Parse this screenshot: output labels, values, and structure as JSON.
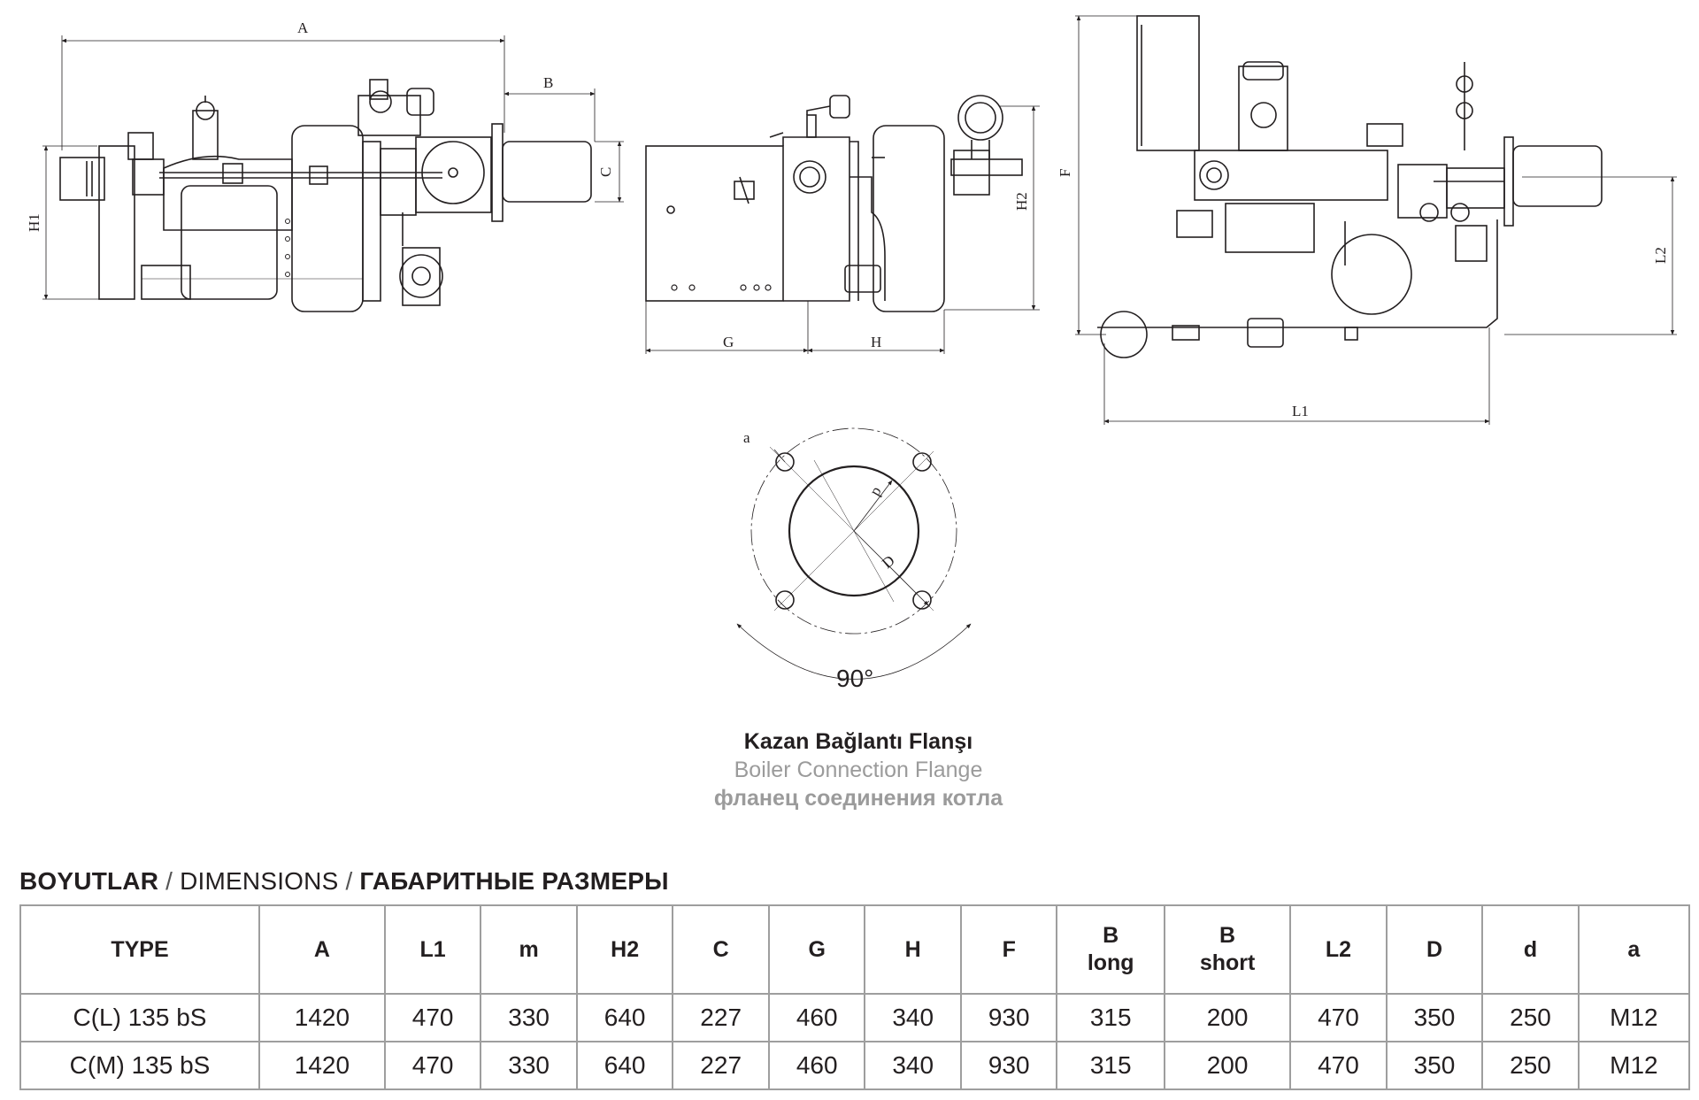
{
  "drawing": {
    "dimension_letters": {
      "A": "A",
      "B": "B",
      "C": "C",
      "H1": "H1",
      "G": "G",
      "H": "H",
      "H2": "H2",
      "F": "F",
      "L1": "L1",
      "L2": "L2",
      "a": "a",
      "d": "d",
      "D": "D",
      "angle": "90°"
    }
  },
  "caption": {
    "tr": "Kazan Bağlantı Flanşı",
    "en": "Boiler Connection Flange",
    "ru": "фланец соединения котла"
  },
  "dimensions_title": {
    "tr": "BOYUTLAR",
    "sep1": " / ",
    "en": "DIMENSIONS",
    "sep2": " / ",
    "ru": "ГАБАРИТНЫЕ РАЗМЕРЫ"
  },
  "table": {
    "headers": [
      "TYPE",
      "A",
      "L1",
      "m",
      "H2",
      "C",
      "G",
      "H",
      "F",
      "B\nlong",
      "B\nshort",
      "L2",
      "D",
      "d",
      "a"
    ],
    "rows": [
      [
        "C(L) 135 bS",
        "1420",
        "470",
        "330",
        "640",
        "227",
        "460",
        "340",
        "930",
        "315",
        "200",
        "470",
        "350",
        "250",
        "M12"
      ],
      [
        "C(M) 135 bS",
        "1420",
        "470",
        "330",
        "640",
        "227",
        "460",
        "340",
        "930",
        "315",
        "200",
        "470",
        "350",
        "250",
        "M12"
      ]
    ]
  }
}
